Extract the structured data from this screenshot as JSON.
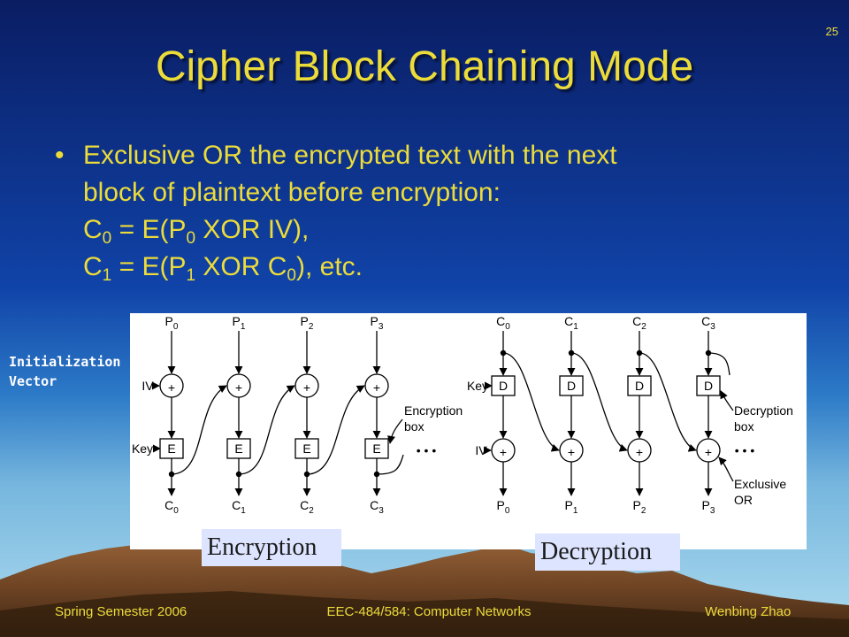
{
  "slide": {
    "number": "25",
    "title": "Cipher Block Chaining Mode",
    "bullet": {
      "line1": "Exclusive OR the encrypted text with the next",
      "line2": "block of plaintext before encryption:",
      "eq1": {
        "c": "C",
        "c_sub": "0",
        "mid1": " = E(P",
        "p_sub": "0",
        "mid2": " XOR IV),",
        "tail": ""
      },
      "eq2": {
        "c": "C",
        "c_sub": "1",
        "mid1": " = E(P",
        "p_sub": "1",
        "mid2": " XOR C",
        "c2_sub": "0",
        "tail": "), etc."
      }
    },
    "side_label": {
      "line1": "Initialization",
      "line2": "Vector"
    },
    "tags": {
      "encryption": "Encryption",
      "decryption": "Decryption"
    },
    "footer": {
      "left": "Spring Semester 2006",
      "center": "EEC-484/584: Computer Networks",
      "right": "Wenbing Zhao"
    }
  },
  "diagram": {
    "enc": {
      "plaintext": [
        "P0",
        "P1",
        "P2",
        "P3"
      ],
      "ciphertext": [
        "C0",
        "C1",
        "C2",
        "C3"
      ],
      "iv_label": "IV",
      "key_label": "Key",
      "box_label": "E",
      "xor_symbol": "+",
      "annotation": [
        "Encryption",
        "box"
      ]
    },
    "dec": {
      "ciphertext": [
        "C0",
        "C1",
        "C2",
        "C3"
      ],
      "plaintext": [
        "P0",
        "P1",
        "P2",
        "P3"
      ],
      "key_label": "Key",
      "iv_label": "IV",
      "box_label": "D",
      "xor_symbol": "+",
      "annotation_box": [
        "Decryption",
        "box"
      ],
      "annotation_xor": [
        "Exclusive",
        "OR"
      ]
    },
    "ellipsis": "• • •"
  }
}
